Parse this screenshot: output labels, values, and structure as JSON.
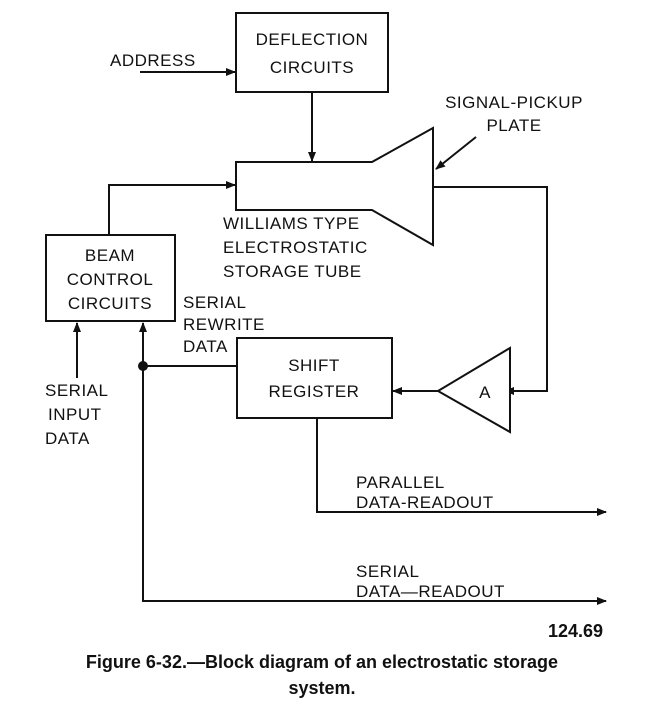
{
  "blocks": {
    "deflection": [
      "DEFLECTION",
      "CIRCUITS"
    ],
    "beam_control": [
      "BEAM",
      "CONTROL",
      "CIRCUITS"
    ],
    "shift_register": [
      "SHIFT",
      "REGISTER"
    ],
    "amplifier": "A"
  },
  "labels": {
    "address": "ADDRESS",
    "signal_pickup": [
      "SIGNAL-PICKUP",
      "PLATE"
    ],
    "tube": [
      "WILLIAMS TYPE",
      "ELECTROSTATIC",
      "STORAGE TUBE"
    ],
    "serial_rewrite": [
      "SERIAL",
      "REWRITE",
      "DATA"
    ],
    "serial_input": [
      "SERIAL",
      "INPUT",
      "DATA"
    ],
    "parallel_readout": [
      "PARALLEL",
      "DATA-READOUT"
    ],
    "serial_readout": [
      "SERIAL",
      "DATA—READOUT"
    ]
  },
  "figure_number": "124.69",
  "caption": [
    "Figure 6-32.—Block diagram of an electrostatic storage",
    "system."
  ]
}
